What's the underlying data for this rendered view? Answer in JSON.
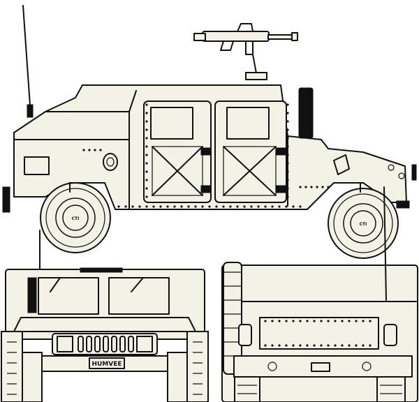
{
  "views": {
    "side": {
      "hub_marking_front": "CTI",
      "hub_marking_rear": "CTI"
    },
    "front": {
      "license_plate": "HUMVEE"
    },
    "rear": {}
  },
  "colors": {
    "paint": "#f3f2e6",
    "ink": "#111111"
  },
  "icons": [
    "antenna",
    "machine-gun",
    "exhaust-stack",
    "spare-tire"
  ]
}
